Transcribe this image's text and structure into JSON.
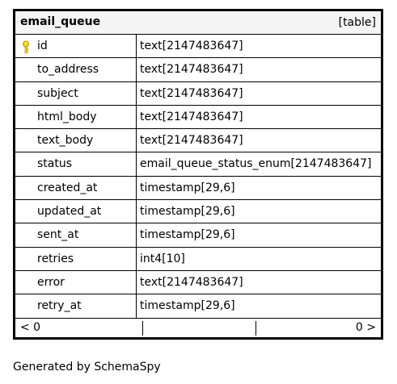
{
  "entity": {
    "name": "email_queue",
    "kind": "[table]",
    "columns": [
      {
        "name": "id",
        "type": "text[2147483647]",
        "primary_key": true
      },
      {
        "name": "to_address",
        "type": "text[2147483647]"
      },
      {
        "name": "subject",
        "type": "text[2147483647]"
      },
      {
        "name": "html_body",
        "type": "text[2147483647]"
      },
      {
        "name": "text_body",
        "type": "text[2147483647]"
      },
      {
        "name": "status",
        "type": "email_queue_status_enum[2147483647]"
      },
      {
        "name": "created_at",
        "type": "timestamp[29,6]"
      },
      {
        "name": "updated_at",
        "type": "timestamp[29,6]"
      },
      {
        "name": "sent_at",
        "type": "timestamp[29,6]"
      },
      {
        "name": "retries",
        "type": "int4[10]"
      },
      {
        "name": "error",
        "type": "text[2147483647]"
      },
      {
        "name": "retry_at",
        "type": "timestamp[29,6]"
      }
    ],
    "footer": {
      "parents": "< 0",
      "children": "0 >"
    }
  },
  "generated_by": "Generated by SchemaSpy",
  "colors": {
    "header_bg": "#f4f4f4",
    "key_icon": "#f2d600",
    "border": "#000000"
  },
  "icons": {
    "primary_key": "key-icon"
  }
}
